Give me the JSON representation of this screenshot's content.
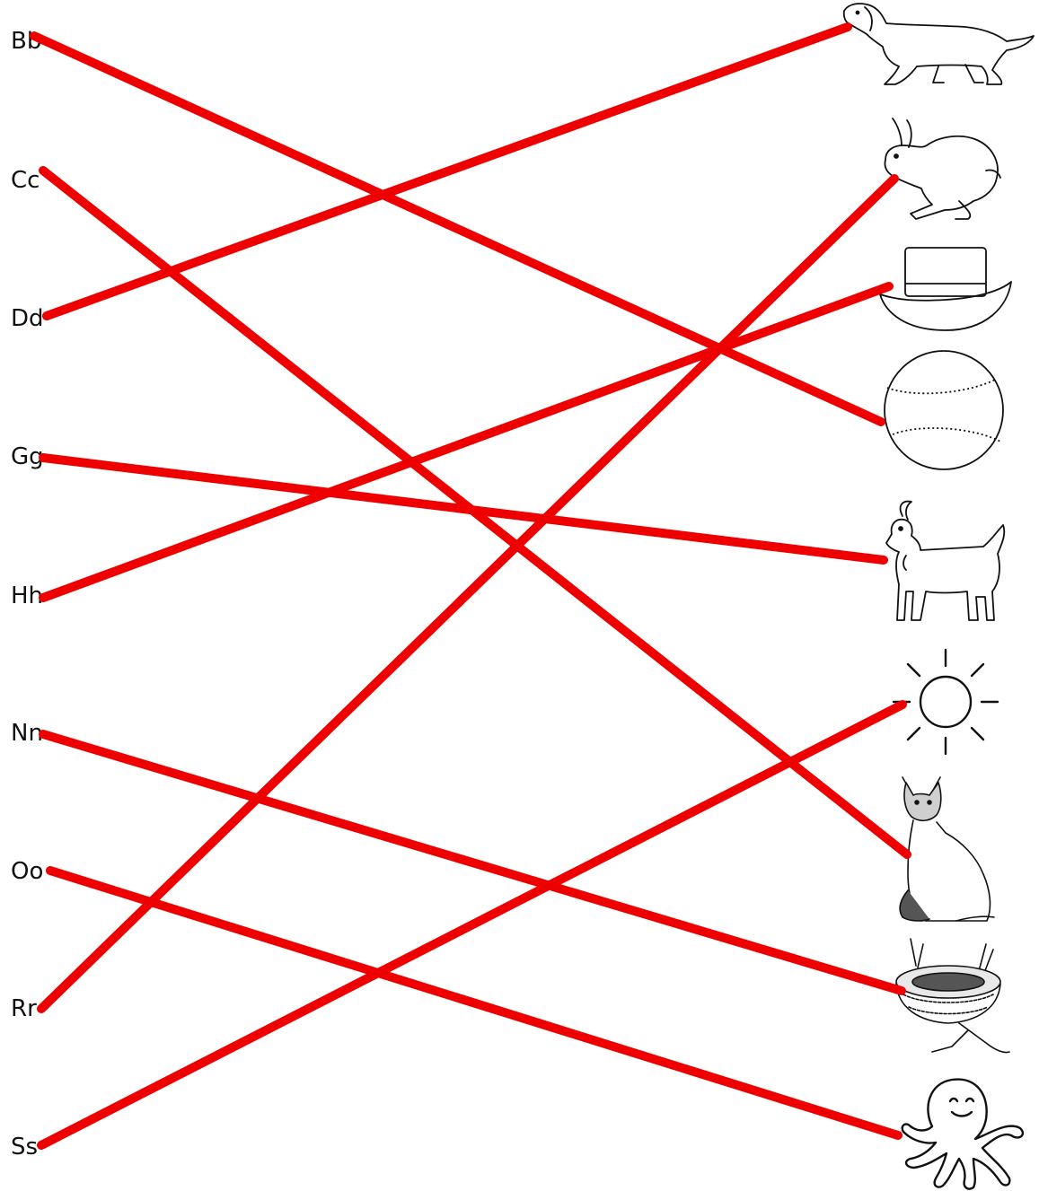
{
  "letters": [
    "Bb",
    "Cc",
    "Dd",
    "Gg",
    "Hh",
    "Nn",
    "Oo",
    "Rr",
    "Ss"
  ],
  "pictures": [
    "dog-icon",
    "rabbit-icon",
    "hat-icon",
    "ball-icon",
    "goat-icon",
    "sun-icon",
    "cat-icon",
    "nest-icon",
    "octopus-icon"
  ],
  "matches": [
    {
      "letter": "Bb",
      "picture": "ball-icon"
    },
    {
      "letter": "Cc",
      "picture": "cat-icon"
    },
    {
      "letter": "Dd",
      "picture": "dog-icon"
    },
    {
      "letter": "Gg",
      "picture": "goat-icon"
    },
    {
      "letter": "Hh",
      "picture": "hat-icon"
    },
    {
      "letter": "Nn",
      "picture": "nest-icon"
    },
    {
      "letter": "Oo",
      "picture": "octopus-icon"
    },
    {
      "letter": "Rr",
      "picture": "rabbit-icon"
    },
    {
      "letter": "Ss",
      "picture": "sun-icon"
    }
  ],
  "colors": {
    "line": "#ee0000",
    "ink": "#111111"
  }
}
